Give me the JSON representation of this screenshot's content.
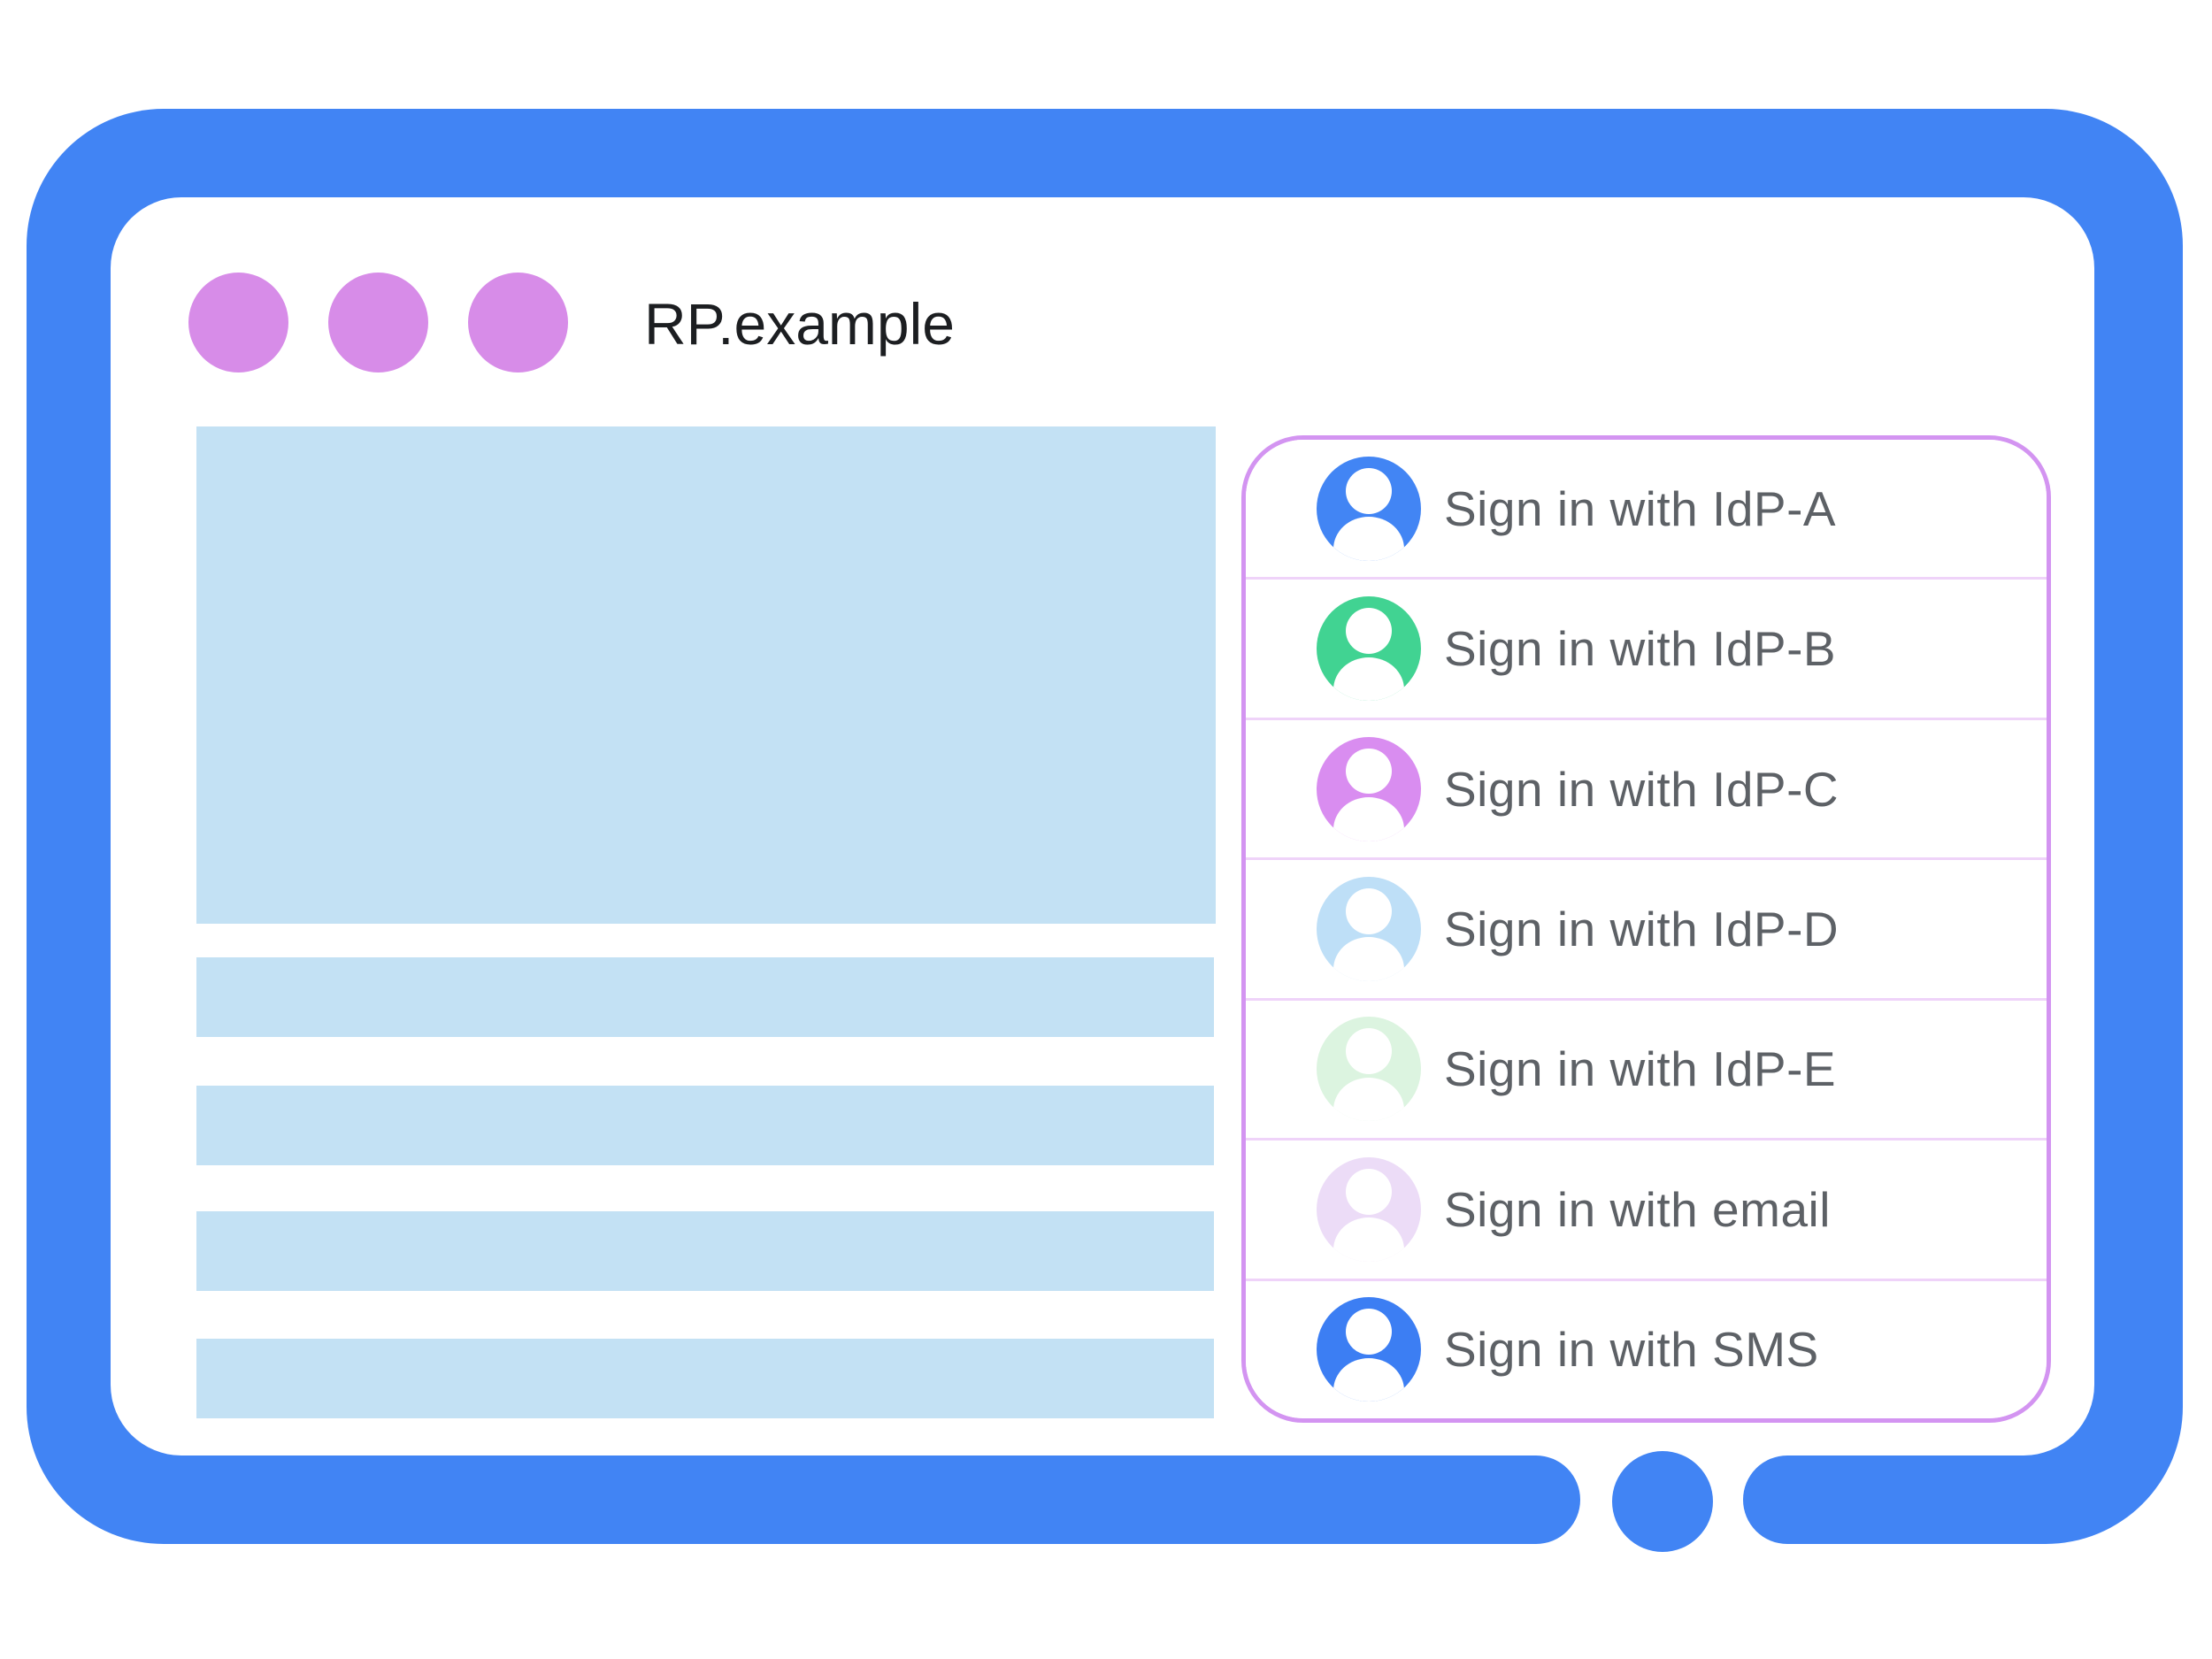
{
  "window": {
    "title": "RP.example",
    "frame_color": "#4184f4",
    "control_dot_color": "#d78ce8"
  },
  "content": {
    "placeholder_color": "#c3e1f4"
  },
  "signin_panel": {
    "border_color": "#d394f1",
    "divider_color": "#efd3f9",
    "label_color": "#5d6166",
    "items": [
      {
        "label": "Sign in with IdP-A",
        "avatar_color": "#4285f4"
      },
      {
        "label": "Sign in with IdP-B",
        "avatar_color": "#41d392"
      },
      {
        "label": "Sign in with IdP-C",
        "avatar_color": "#d98df0"
      },
      {
        "label": "Sign in with IdP-D",
        "avatar_color": "#bedff7"
      },
      {
        "label": "Sign in with IdP-E",
        "avatar_color": "#dcf4e0"
      },
      {
        "label": "Sign in with email",
        "avatar_color": "#ecdcf7"
      },
      {
        "label": "Sign in with SMS",
        "avatar_color": "#3c7ef3"
      }
    ]
  }
}
